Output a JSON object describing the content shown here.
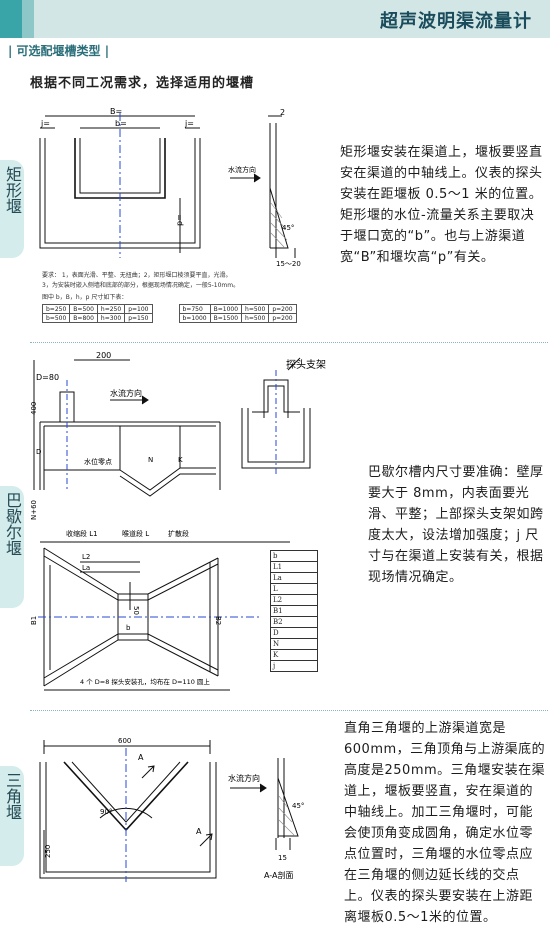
{
  "header": {
    "title": "超声波明渠流量计"
  },
  "section": {
    "title": "| 可选配堰槽类型 |",
    "lead": "根据不同工况需求，选择适用的堰槽"
  },
  "rect_weir": {
    "tab": "矩形堰",
    "text": "矩形堰安装在渠道上，堰板要竖直安在渠道的中轴线上。仪表的探头安装在距堰板 0.5～1 米的位置。矩形堰的水位-流量关系主要取决于堰口宽的“b”。也与上游渠道宽“B”和堰坎高“p”有关。",
    "labels": {
      "B": "B=",
      "b": "b=",
      "p": "p=",
      "j1": "j=",
      "j2": "j=",
      "flow": "水流方向",
      "thk": "2",
      "angle": "45°",
      "range": "15～20"
    },
    "note1": "要求： 1，表面光滑、平整、无扭曲；2，矩形堰口棱须要平直，光滑。",
    "note2": "3，为安装时嵌入侧墙和底部的部分，根据现场情况确定，一般5-10mm。",
    "note3": "图中 b，B，h，p 尺寸如下表：",
    "table": [
      [
        "b=250",
        "B=500",
        "h=250",
        "p=100",
        "b=750",
        "B=1000",
        "h=500",
        "p=200"
      ],
      [
        "b=500",
        "B=800",
        "h=300",
        "p=150",
        "b=1000",
        "B=1500",
        "h=500",
        "p=200"
      ]
    ]
  },
  "parshall": {
    "tab": "巴歇尔堰",
    "text": "巴歇尔槽内尺寸要准确：壁厚要大于 8mm，内表面要光滑、平整；上部探头支架如跨度太大，设法增加强度；j 尺寸与在渠道上安装有关，根据现场情况确定。",
    "labels": {
      "w200": "200",
      "d80": "D=80",
      "flow": "水流方向",
      "h400": "400",
      "zero": "水位零点",
      "D": "D",
      "N": "N",
      "K": "K",
      "N60": "N+60",
      "converge": "收缩段 L1",
      "throat": "喉道段 L",
      "diverge": "扩散段",
      "L2": "L2",
      "La": "La",
      "B1": "B1",
      "b": "b",
      "v50": "50",
      "B2": "B2",
      "holes": "4 个 D=8 探头安装孔，均布在 D=110 圆上",
      "bracket": "探头支架"
    },
    "dims": [
      "b",
      "L1",
      "La",
      "L",
      "L2",
      "B1",
      "B2",
      "D",
      "N",
      "K",
      "j"
    ]
  },
  "v_weir": {
    "tab": "三角堰",
    "text": "直角三角堰的上游渠道宽是600mm，三角顶角与上游渠底的高度是250mm。三角堰安装在渠道上，堰板要竖直，安在渠道的中轴线上。加工三角堰时，可能会使顶角变成圆角，确定水位零点位置时，三角堰的水位零点应在三角堰的侧边延长线的交点上。仪表的探头要安装在上游距离堰板0.5～1米的位置。",
    "labels": {
      "w600": "600",
      "angle": "90°",
      "h250": "250",
      "A1": "A",
      "A2": "A",
      "flow": "水流方向",
      "angle2": "45°",
      "b15": "15",
      "section": "A-A剖面"
    }
  }
}
